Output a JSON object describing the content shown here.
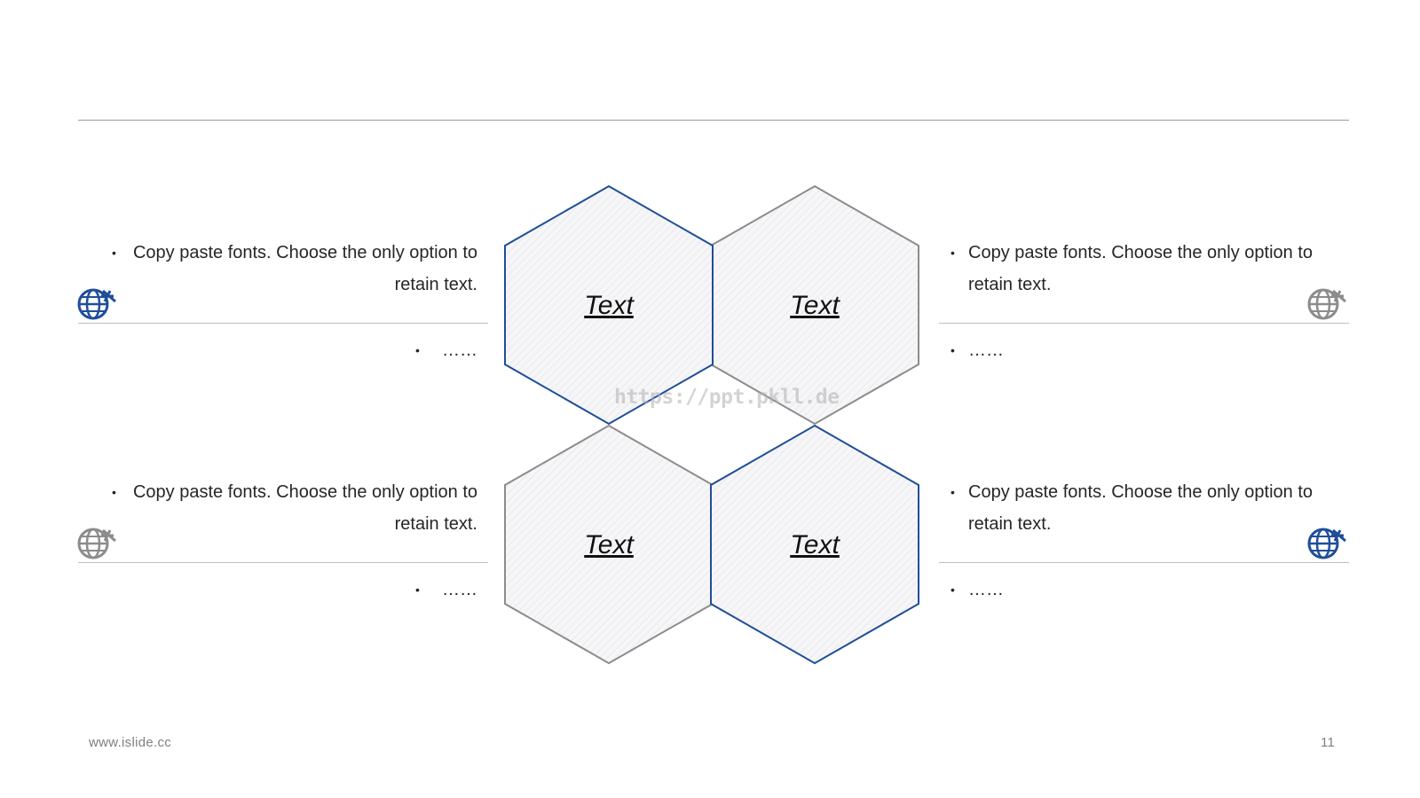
{
  "slide": {
    "page_number": "11",
    "footer_url": "www.islide.cc",
    "watermark": "https://ppt.pkll.de"
  },
  "hexagons": [
    {
      "label": "Text",
      "outline": "#1f4e9a"
    },
    {
      "label": "Text",
      "outline": "#8c8c8c"
    },
    {
      "label": "Text",
      "outline": "#8c8c8c"
    },
    {
      "label": "Text",
      "outline": "#1f4e9a"
    }
  ],
  "blocks": [
    {
      "line1": "Copy paste fonts. Choose the only option to",
      "line2": "retain text.",
      "secondary": "……",
      "icon": "globe-plane-icon"
    },
    {
      "line1": "Copy paste fonts. Choose the only option to",
      "line2": "retain text.",
      "secondary": "……",
      "icon": "globe-plane-icon"
    },
    {
      "line1": "Copy paste fonts. Choose the only option to",
      "line2": "retain text.",
      "secondary": "……",
      "icon": "globe-plane-icon"
    },
    {
      "line1": "Copy paste fonts. Choose the only option to",
      "line2": "retain text.",
      "secondary": "……",
      "icon": "globe-plane-icon"
    }
  ],
  "colors": {
    "accent": "#1f4e9a",
    "neutral": "#8c8c8c"
  }
}
